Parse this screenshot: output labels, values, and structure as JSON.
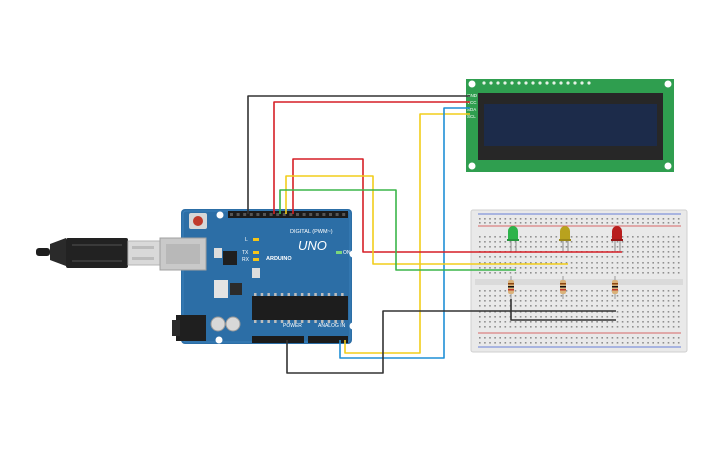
{
  "arduino": {
    "brand": "ARDUINO",
    "model": "UNO",
    "digital_label": "DIGITAL (PWM~)",
    "power_label": "POWER",
    "analog_label": "ANALOG IN",
    "on_label": "ON",
    "tx_label": "TX",
    "rx_label": "RX",
    "l_label": "L"
  },
  "lcd": {
    "pin_labels": [
      "GND",
      "VCC",
      "SDA",
      "SCL"
    ]
  },
  "leds": [
    {
      "color_name": "green",
      "color": "#2db34a"
    },
    {
      "color_name": "yellow",
      "color": "#b8a21e"
    },
    {
      "color_name": "red",
      "color": "#b81e1e"
    }
  ],
  "wires": [
    {
      "color_name": "black",
      "color": "#333333"
    },
    {
      "color_name": "red",
      "color": "#d61f26"
    },
    {
      "color_name": "yellow",
      "color": "#f2cd1b"
    },
    {
      "color_name": "blue",
      "color": "#1f8fd6"
    },
    {
      "color_name": "green",
      "color": "#3bb54a"
    }
  ],
  "colors": {
    "board": "#2c6ea6",
    "pcb_green": "#2f9e4f",
    "lcd_screen": "#1c2b4a",
    "breadboard": "#e9e9e9"
  }
}
